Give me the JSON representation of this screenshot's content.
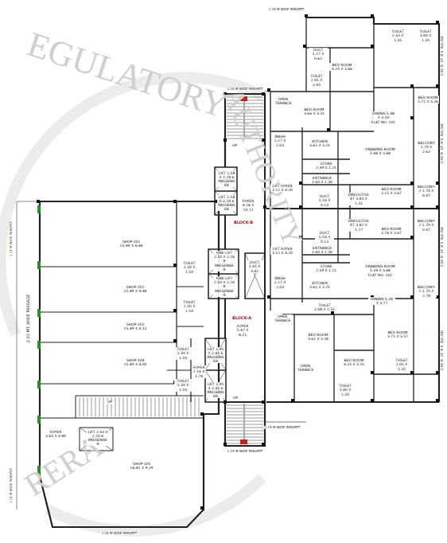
{
  "diagram": {
    "nodes": [
      {
        "text": [
          "BED ROOM 4.25 X 3.66"
        ]
      },
      {
        "text": [
          "TOILET 2.33 X 1.35"
        ]
      },
      {
        "text": [
          "TOILET 3.00 X 1.35"
        ]
      },
      {
        "text": [
          "DUCT 1.27 X 0.62"
        ]
      },
      {
        "text": [
          "TOILET 2.05 X 2.45"
        ]
      },
      {
        "text": [
          "BED ROOM 3.71 X 3.26"
        ]
      },
      {
        "text": [
          "OPEN TERRACE"
        ]
      },
      {
        "text": [
          "BED ROOM 3.66 X 3.25"
        ]
      },
      {
        "text": [
          "DINING 5.48 X 3.50",
          "FLAT NO. 101"
        ]
      },
      {
        "text": [
          "WASH 1.27 X 2.03"
        ]
      },
      {
        "text": [
          "KITCHEN 3.61 X 3.25"
        ]
      },
      {
        "text": [
          "STORE 2.39 X 1.21"
        ]
      },
      {
        "text": [
          "DRAWING ROOM 5.48 X 3.68"
        ]
      },
      {
        "text": [
          "BALCONY 1.70 X 2.62"
        ]
      },
      {
        "text": [
          "ENTRANCE 1.60 X 1.30"
        ]
      },
      {
        "text": [
          "LIFT FOYER 3.12 X 4.20"
        ]
      },
      {
        "text": [
          "DUCT 1.54 X 0.13"
        ]
      },
      {
        "text": [
          "BED ROOM 3.15 X 3.67"
        ]
      },
      {
        "text": [
          "DRESS/TOILET 3.83 X 1.31"
        ]
      },
      {
        "text": [
          "BALCONY-2 1.70 X 0.47"
        ]
      },
      {
        "text": [
          "FOYER 4.26 X 10.72"
        ]
      },
      {
        "text": [
          "LIFT 1.58 X 2.24 6 PASSENGER"
        ]
      },
      {
        "text": [
          "LIFT 1.58 X 2.24 6 PASSENGER"
        ]
      },
      {
        "text": [
          "DRESS/TOILET 3.82 X 1.27"
        ]
      },
      {
        "text": [
          "BED ROOM 3.76 X 3.67"
        ]
      },
      {
        "text": [
          "BALCONY-2 1.70 X 0.47"
        ]
      },
      {
        "text": [
          "DUCT 1.54 X 0.13"
        ]
      },
      {
        "text": [
          "ENTRANCE 1.60 X 1.30"
        ]
      },
      {
        "text": [
          "LIFT FOYER 3.12 X 4.20"
        ]
      },
      {
        "text": [
          "STORE 2.39 X 1.21"
        ]
      },
      {
        "text": [
          "DRAWING ROOM 5.34 X 3.68",
          "FLAT NO. 102"
        ]
      },
      {
        "text": [
          "KITCHEN 3.61 X 3.25"
        ]
      },
      {
        "text": [
          "DUCT 1.45 X 3.41"
        ]
      },
      {
        "text": [
          "WASH 1.27 X 2.03"
        ]
      },
      {
        "text": [
          "DINING 5.24 X 3.77"
        ]
      },
      {
        "text": [
          "BALCONY-1 1.70 X 2.78"
        ]
      },
      {
        "text": [
          "FIRE LIFT 2.10 X 2.24 8 PASSENGER"
        ]
      },
      {
        "text": [
          "FIRE LIFT 2.10 X 2.24 8 PASSENGER"
        ]
      },
      {
        "text": [
          "TOILET 2.08 X 1.55"
        ]
      },
      {
        "text": [
          "OPEN TERRACE"
        ]
      },
      {
        "text": [
          "FOYER 5.47 X 8.21"
        ]
      },
      {
        "text": [
          "BED ROOM 3.61 X 3.28"
        ]
      },
      {
        "text": [
          "BED ROOM 3.71 X 3.57"
        ]
      },
      {
        "text": [
          "BED ROOM 4.25 X 3.25"
        ]
      },
      {
        "text": [
          "TOILET 2.05 X 1.35"
        ]
      },
      {
        "text": [
          "OPEN TERRACE"
        ]
      },
      {
        "text": [
          "TOILET 3.40 X 1.35"
        ]
      },
      {
        "text": [
          "SHOP-101 15.49 X 4.48"
        ]
      },
      {
        "text": [
          "SHOP-102 15.49 X 4.48"
        ]
      },
      {
        "text": [
          "SHOP-103 15.49 X 4.13"
        ]
      },
      {
        "text": [
          "SHOP-104 15.49 X 4.00"
        ]
      },
      {
        "text": [
          "SHOP-105 16.81 X 9.29"
        ]
      },
      {
        "text": [
          "TOILET 1.30 X 1.50"
        ]
      },
      {
        "text": [
          "TOILET 1.30 X 1.50"
        ]
      },
      {
        "text": [
          "TOILET 1.30 X 1.50"
        ]
      },
      {
        "text": [
          "TOILET 1.30 X 1.50"
        ]
      },
      {
        "text": [
          "LIFT 1.95 X 2.41 6 PASSENGER"
        ]
      },
      {
        "text": [
          "LIFT 1.95 X 2.41 6 PASSENGER"
        ]
      },
      {
        "text": [
          "FOYER 2.16 X 3.78"
        ]
      },
      {
        "text": [
          "LIFT 2.43 X 2.20 6 PASSENGER"
        ]
      },
      {
        "text": [
          "FOYER 3.65 X 4.80"
        ]
      }
    ],
    "labels": [
      "BLOCK-B",
      "BLOCK-A",
      "UP",
      "UP",
      "UP",
      "2.00 MT. WIDE PASSAGE",
      "1.15 M WIDE PARAPET",
      "1.15 M WIDE PARAPET",
      "1.15 M WIDE PARAPET",
      "1.15 M WIDE PARAPET",
      "1.15 M WIDE PARAPET",
      "1.15 M WIDE PARAPET",
      "1.15 M WIDE PARAPET",
      "0.90 M. HT. M.S. RAILING",
      "0.90 M. HT. M.S. RAILING",
      "0.90 M. HT. M.S. RAILING",
      "0.90 M. HT. M.S. RAILING",
      "EGULATORY",
      "AUTHORITY",
      "RERA"
    ]
  }
}
